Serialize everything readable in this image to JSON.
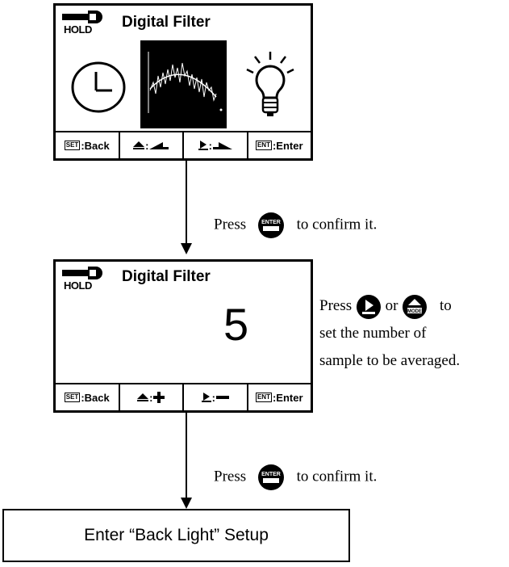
{
  "screen1": {
    "hold": "HOLD",
    "title": "Digital Filter",
    "softkeys": [
      {
        "chip": "SET",
        "label": ":Back"
      },
      {
        "label": ":"
      },
      {
        "label": ":"
      },
      {
        "chip": "ENT",
        "label": ":Enter"
      }
    ],
    "icons": [
      "wrench-icon",
      "clock-icon",
      "noise-chart-icon",
      "lightbulb-icon"
    ]
  },
  "step1": {
    "prefix": "Press",
    "button": "ENTER",
    "suffix": "to confirm it."
  },
  "screen2": {
    "hold": "HOLD",
    "title": "Digital Filter",
    "value": "5",
    "softkeys": [
      {
        "chip": "SET",
        "label": ":Back"
      },
      {
        "label": ":"
      },
      {
        "label": ":"
      },
      {
        "chip": "ENT",
        "label": ":Enter"
      }
    ]
  },
  "side_note": {
    "line1_prefix": "Press",
    "or": "or",
    "mode_button": "MODE",
    "to": "to",
    "line2": "set the number of",
    "line3": "sample to be averaged."
  },
  "step2": {
    "prefix": "Press",
    "button": "ENTER",
    "suffix": "to confirm it."
  },
  "final": {
    "label": "Enter “Back Light” Setup"
  }
}
